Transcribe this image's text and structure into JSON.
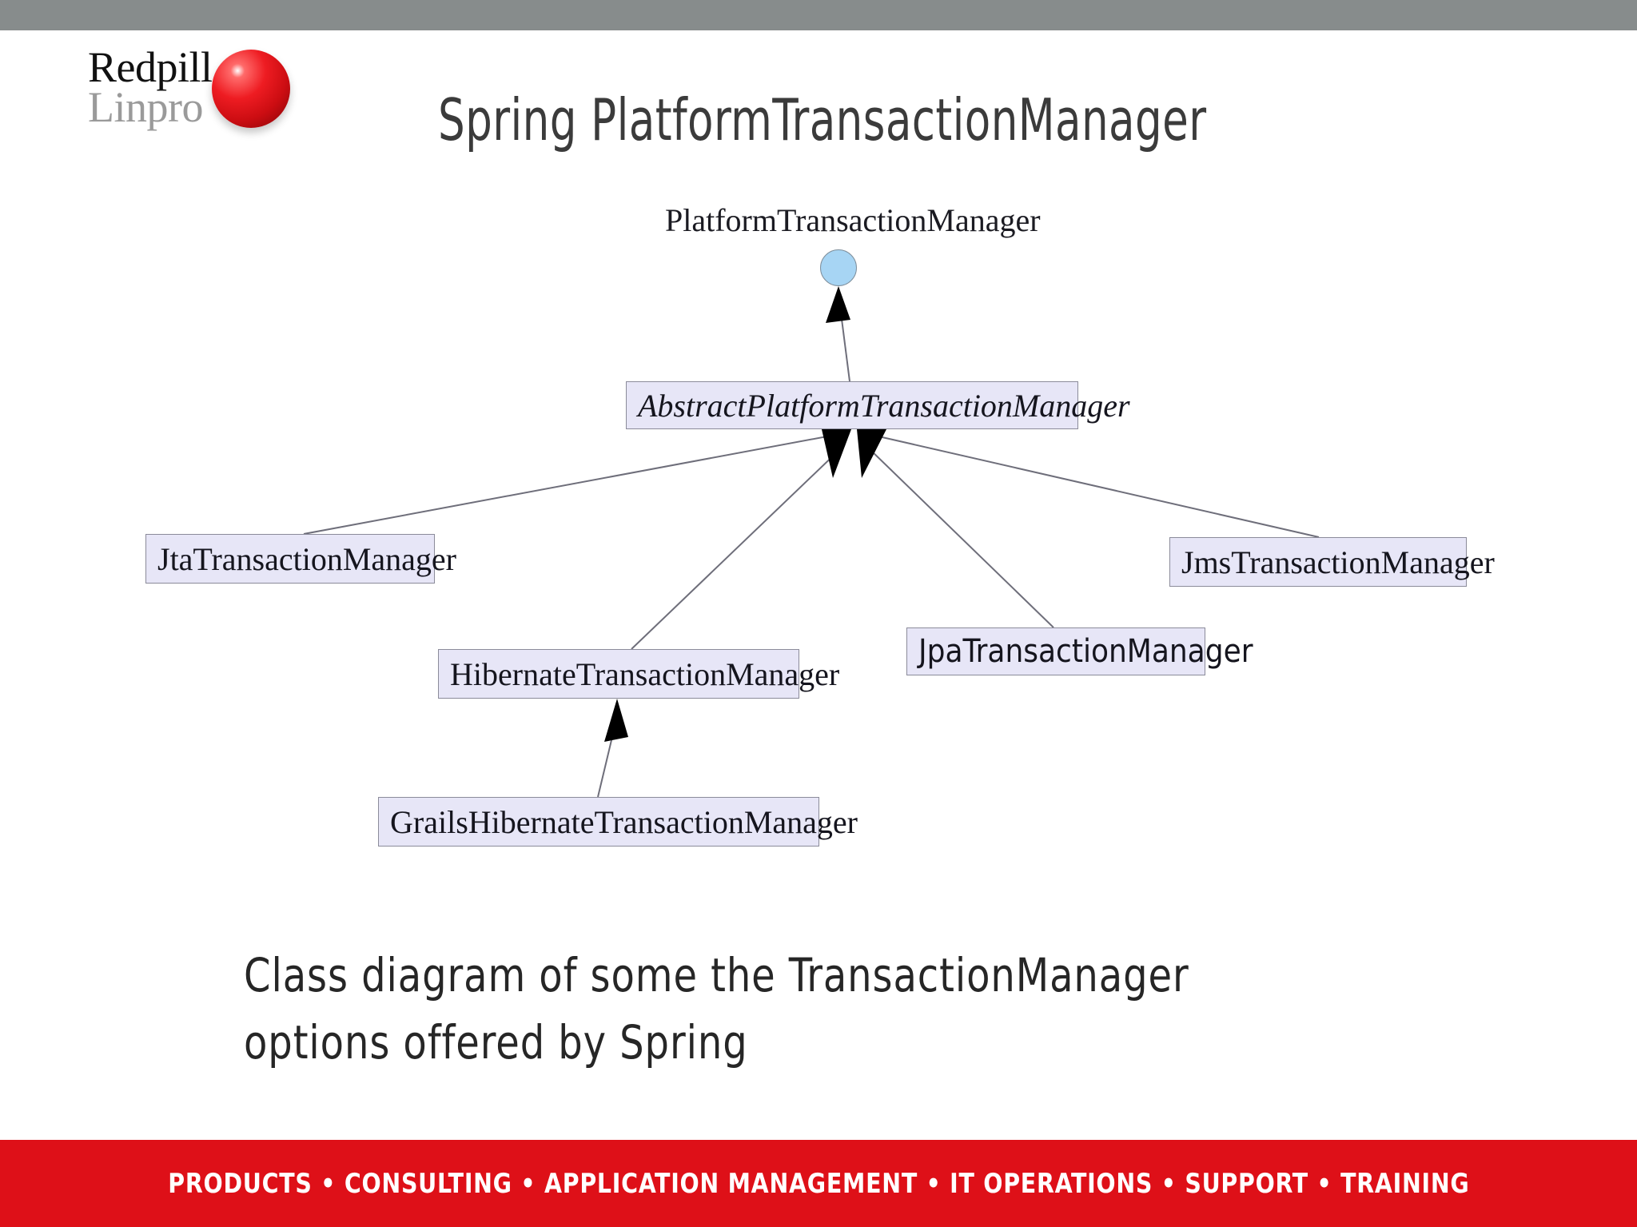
{
  "slide": {
    "title": "Spring PlatformTransactionManager",
    "background_color": "#ffffff",
    "top_band_color": "#878c8c"
  },
  "logo": {
    "line1": "Redpill",
    "line2": "Linpro",
    "line1_color": "#111111",
    "line2_color": "#9a9a9a",
    "sphere_color": "#ee1c22",
    "sphere_name": "red-sphere"
  },
  "diagram": {
    "type": "uml-class-diagram",
    "box_fill": "#e7e6f7",
    "box_border": "#8b8b9a",
    "interface_circle_fill": "#a7d5f4",
    "connector_color": "#6e6e7a",
    "arrowhead_color": "#000000",
    "nodes": [
      {
        "id": "platform",
        "label": "PlatformTransactionManager",
        "kind": "interface",
        "style": "circle-with-label",
        "font": "serif"
      },
      {
        "id": "abstract",
        "label": "AbstractPlatformTransactionManager",
        "kind": "abstract-class",
        "style": "box-italic",
        "font": "serif-italic"
      },
      {
        "id": "jta",
        "label": "JtaTransactionManager",
        "kind": "class",
        "style": "box",
        "font": "serif"
      },
      {
        "id": "jms",
        "label": "JmsTransactionManager",
        "kind": "class",
        "style": "box",
        "font": "serif"
      },
      {
        "id": "hibernate",
        "label": "HibernateTransactionManager",
        "kind": "class",
        "style": "box",
        "font": "serif"
      },
      {
        "id": "jpa",
        "label": "JpaTransactionManager",
        "kind": "class",
        "style": "box",
        "font": "sans"
      },
      {
        "id": "grails",
        "label": "GrailsHibernateTransactionManager",
        "kind": "class",
        "style": "box",
        "font": "serif"
      }
    ],
    "edges": [
      {
        "from": "abstract",
        "to": "platform",
        "relation": "implements"
      },
      {
        "from": "jta",
        "to": "abstract",
        "relation": "extends"
      },
      {
        "from": "jms",
        "to": "abstract",
        "relation": "extends"
      },
      {
        "from": "hibernate",
        "to": "abstract",
        "relation": "extends"
      },
      {
        "from": "jpa",
        "to": "abstract",
        "relation": "extends"
      },
      {
        "from": "grails",
        "to": "hibernate",
        "relation": "extends"
      }
    ]
  },
  "caption": {
    "line1": "Class diagram of some the TransactionManager",
    "line2": "options offered by Spring"
  },
  "footer": {
    "text": "PRODUCTS • CONSULTING • APPLICATION MANAGEMENT • IT OPERATIONS • SUPPORT • TRAINING",
    "background_color": "#de1018",
    "text_color": "#ffffff"
  }
}
